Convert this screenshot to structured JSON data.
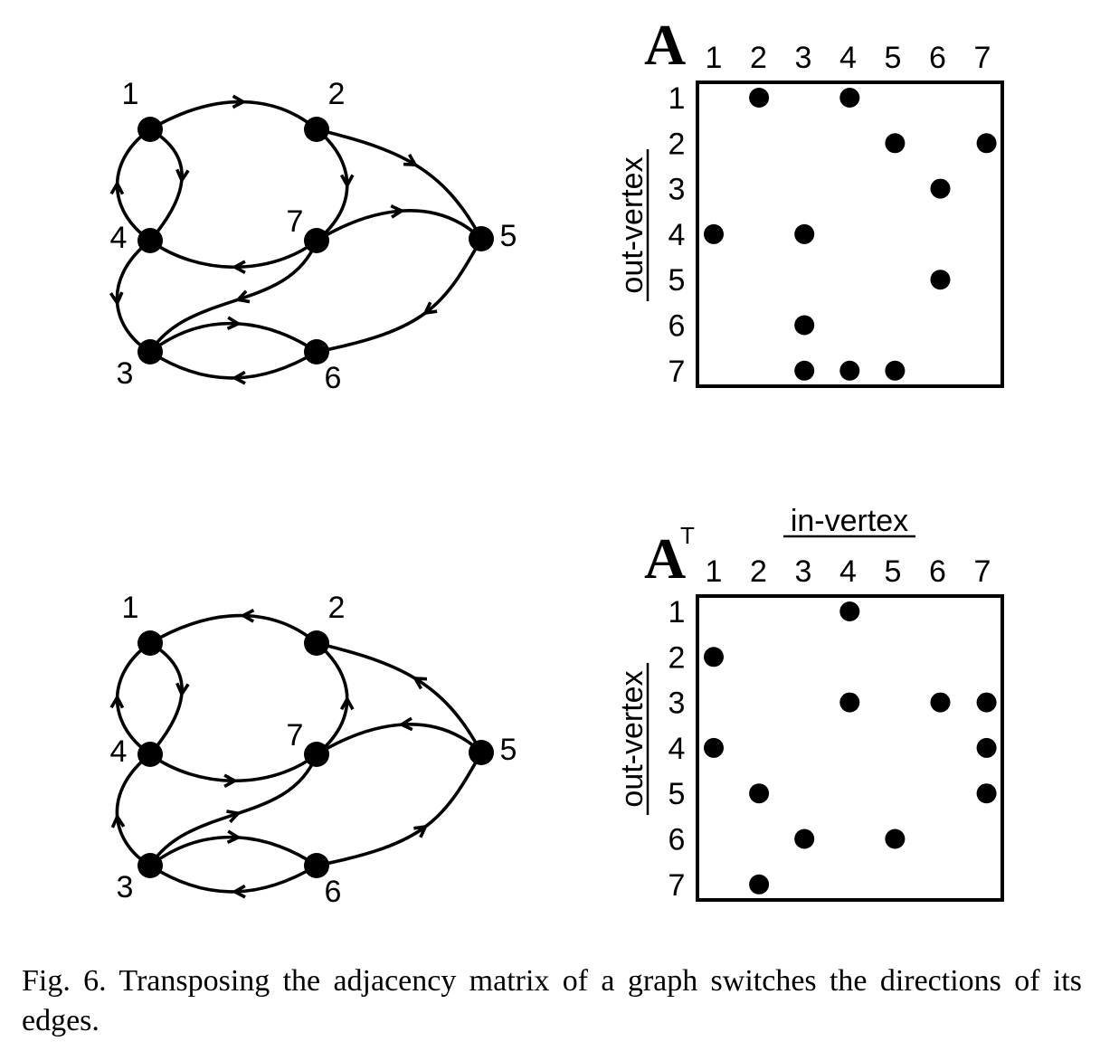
{
  "graph_top": {
    "nodes": [
      {
        "id": "1",
        "label": "1"
      },
      {
        "id": "2",
        "label": "2"
      },
      {
        "id": "3",
        "label": "3"
      },
      {
        "id": "4",
        "label": "4"
      },
      {
        "id": "5",
        "label": "5"
      },
      {
        "id": "6",
        "label": "6"
      },
      {
        "id": "7",
        "label": "7"
      }
    ],
    "edges": [
      [
        "1",
        "2"
      ],
      [
        "1",
        "4"
      ],
      [
        "2",
        "5"
      ],
      [
        "2",
        "7"
      ],
      [
        "3",
        "6"
      ],
      [
        "4",
        "1"
      ],
      [
        "4",
        "3"
      ],
      [
        "5",
        "6"
      ],
      [
        "6",
        "3"
      ],
      [
        "7",
        "3"
      ],
      [
        "7",
        "4"
      ],
      [
        "7",
        "5"
      ]
    ]
  },
  "graph_bottom": {
    "nodes": [
      {
        "id": "1",
        "label": "1"
      },
      {
        "id": "2",
        "label": "2"
      },
      {
        "id": "3",
        "label": "3"
      },
      {
        "id": "4",
        "label": "4"
      },
      {
        "id": "5",
        "label": "5"
      },
      {
        "id": "6",
        "label": "6"
      },
      {
        "id": "7",
        "label": "7"
      }
    ],
    "edges": [
      [
        "2",
        "1"
      ],
      [
        "4",
        "1"
      ],
      [
        "5",
        "2"
      ],
      [
        "7",
        "2"
      ],
      [
        "6",
        "3"
      ],
      [
        "1",
        "4"
      ],
      [
        "3",
        "4"
      ],
      [
        "6",
        "5"
      ],
      [
        "3",
        "6"
      ],
      [
        "3",
        "7"
      ],
      [
        "4",
        "7"
      ],
      [
        "5",
        "7"
      ]
    ]
  },
  "matrix_top": {
    "title": "A",
    "superscript": "",
    "col_labels": [
      "1",
      "2",
      "3",
      "4",
      "5",
      "6",
      "7"
    ],
    "row_labels": [
      "1",
      "2",
      "3",
      "4",
      "5",
      "6",
      "7"
    ],
    "row_axis_label": "out-vertex",
    "col_axis_label": "",
    "entries": [
      [
        1,
        2
      ],
      [
        1,
        4
      ],
      [
        2,
        5
      ],
      [
        2,
        7
      ],
      [
        3,
        6
      ],
      [
        4,
        1
      ],
      [
        4,
        3
      ],
      [
        5,
        6
      ],
      [
        6,
        3
      ],
      [
        7,
        3
      ],
      [
        7,
        4
      ],
      [
        7,
        5
      ]
    ]
  },
  "matrix_bottom": {
    "title": "A",
    "superscript": "T",
    "col_labels": [
      "1",
      "2",
      "3",
      "4",
      "5",
      "6",
      "7"
    ],
    "row_labels": [
      "1",
      "2",
      "3",
      "4",
      "5",
      "6",
      "7"
    ],
    "row_axis_label": "out-vertex",
    "col_axis_label": "in-vertex",
    "entries": [
      [
        1,
        4
      ],
      [
        2,
        1
      ],
      [
        3,
        4
      ],
      [
        3,
        6
      ],
      [
        3,
        7
      ],
      [
        4,
        1
      ],
      [
        4,
        7
      ],
      [
        5,
        2
      ],
      [
        5,
        7
      ],
      [
        6,
        3
      ],
      [
        6,
        5
      ],
      [
        7,
        2
      ]
    ]
  },
  "caption": "Fig. 6.  Transposing the adjacency matrix of a graph switches the directions of its edges."
}
